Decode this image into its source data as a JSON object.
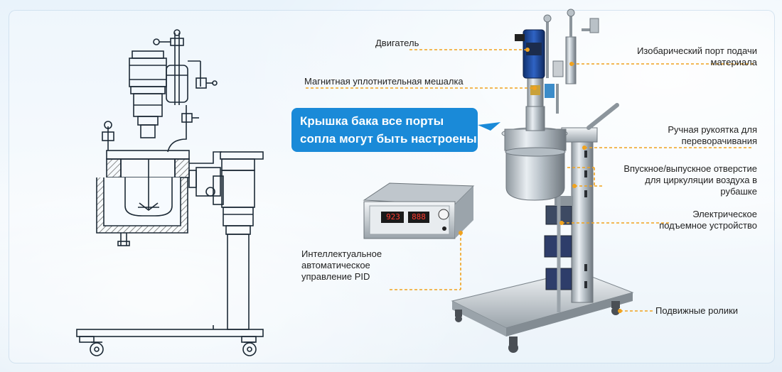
{
  "labels": {
    "motor": "Двигатель",
    "magnetic_stirrer": "Магнитная уплотнительная мешалка",
    "isobaric_port_line1": "Изобарический порт подачи",
    "isobaric_port_line2": "материала",
    "manual_handle_line1": "Ручная рукоятка для",
    "manual_handle_line2": "переворачивания",
    "jacket_port_line1": "Впускное/выпускное отверстие",
    "jacket_port_line2": "для циркуляции воздуха в",
    "jacket_port_line3": "рубашке",
    "lift_line1": "Электрическое",
    "lift_line2": "подъемное устройство",
    "pid_line1": "Интеллектуальное",
    "pid_line2": "автоматическое",
    "pid_line3": "управление PID",
    "casters": "Подвижные ролики"
  },
  "callout": {
    "line1": "Крышка бака все порты",
    "line2": "сопла могут быть настроены"
  },
  "controller_display": {
    "left": "923",
    "right": "888"
  },
  "colors": {
    "callout_bg": "#1a8ad8",
    "leader": "#f0a21e",
    "drawing_line": "#1d2a36",
    "hatch": "#8a8a8a"
  }
}
